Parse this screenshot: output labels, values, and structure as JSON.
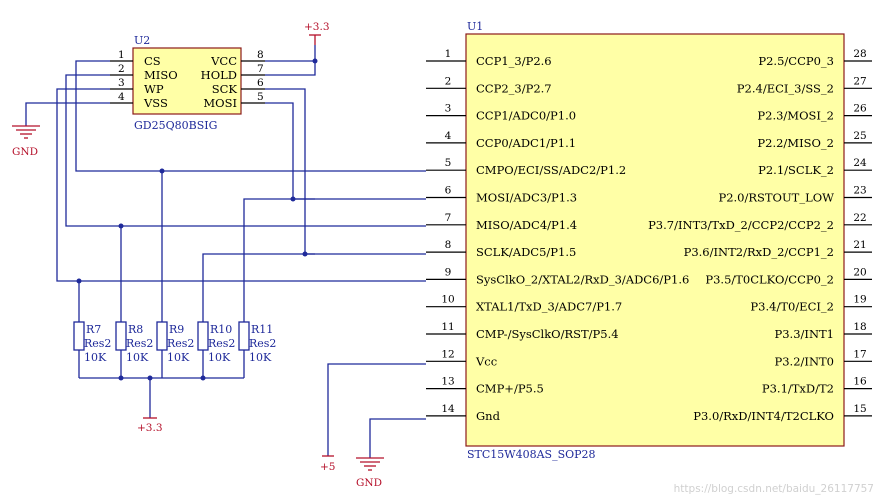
{
  "u1": {
    "ref": "U1",
    "part": "STC15W408AS_SOP28",
    "left_pins": [
      {
        "num": "1",
        "name": "CCP1_3/P2.6"
      },
      {
        "num": "2",
        "name": "CCP2_3/P2.7"
      },
      {
        "num": "3",
        "name": "CCP1/ADC0/P1.0"
      },
      {
        "num": "4",
        "name": "CCP0/ADC1/P1.1"
      },
      {
        "num": "5",
        "name": "CMPO/ECI/SS/ADC2/P1.2"
      },
      {
        "num": "6",
        "name": "MOSI/ADC3/P1.3"
      },
      {
        "num": "7",
        "name": "MISO/ADC4/P1.4"
      },
      {
        "num": "8",
        "name": "SCLK/ADC5/P1.5"
      },
      {
        "num": "9",
        "name": "SysClkO_2/XTAL2/RxD_3/ADC6/P1.6"
      },
      {
        "num": "10",
        "name": "XTAL1/TxD_3/ADC7/P1.7"
      },
      {
        "num": "11",
        "name": "CMP-/SysClkO/RST/P5.4"
      },
      {
        "num": "12",
        "name": "Vcc"
      },
      {
        "num": "13",
        "name": "CMP+/P5.5"
      },
      {
        "num": "14",
        "name": "Gnd"
      }
    ],
    "right_pins": [
      {
        "num": "28",
        "name": "P2.5/CCP0_3"
      },
      {
        "num": "27",
        "name": "P2.4/ECI_3/SS_2"
      },
      {
        "num": "26",
        "name": "P2.3/MOSI_2"
      },
      {
        "num": "25",
        "name": "P2.2/MISO_2"
      },
      {
        "num": "24",
        "name": "P2.1/SCLK_2"
      },
      {
        "num": "23",
        "name": "P2.0/RSTOUT_LOW"
      },
      {
        "num": "22",
        "name": "P3.7/INT3/TxD_2/CCP2/CCP2_2"
      },
      {
        "num": "21",
        "name": "P3.6/INT2/RxD_2/CCP1_2"
      },
      {
        "num": "20",
        "name": "P3.5/T0CLKO/CCP0_2"
      },
      {
        "num": "19",
        "name": "P3.4/T0/ECI_2"
      },
      {
        "num": "18",
        "name": "P3.3/INT1"
      },
      {
        "num": "17",
        "name": "P3.2/INT0"
      },
      {
        "num": "16",
        "name": "P3.1/TxD/T2"
      },
      {
        "num": "15",
        "name": "P3.0/RxD/INT4/T2CLKO"
      }
    ]
  },
  "u2": {
    "ref": "U2",
    "part": "GD25Q80BSIG",
    "left_pins": [
      {
        "num": "1",
        "name": "CS"
      },
      {
        "num": "2",
        "name": "MISO"
      },
      {
        "num": "3",
        "name": "WP"
      },
      {
        "num": "4",
        "name": "VSS"
      }
    ],
    "right_pins": [
      {
        "num": "8",
        "name": "VCC"
      },
      {
        "num": "7",
        "name": "HOLD"
      },
      {
        "num": "6",
        "name": "SCK"
      },
      {
        "num": "5",
        "name": "MOSI"
      }
    ]
  },
  "resistors": [
    {
      "ref": "R7",
      "type": "Res2",
      "value": "10K"
    },
    {
      "ref": "R8",
      "type": "Res2",
      "value": "10K"
    },
    {
      "ref": "R9",
      "type": "Res2",
      "value": "10K"
    },
    {
      "ref": "R10",
      "type": "Res2",
      "value": "10K"
    },
    {
      "ref": "R11",
      "type": "Res2",
      "value": "10K"
    }
  ],
  "power": {
    "u2_vcc": "+3.3",
    "pullup_supply": "+3.3",
    "mcu_vcc": "+5",
    "gnd_left": "GND",
    "gnd_mcu": "GND"
  },
  "watermark": "https://blog.csdn.net/baidu_26117757",
  "colors": {
    "wire": "#1f2a9a",
    "power": "#b5102a",
    "ic_fill": "#ffffa6",
    "ic_border": "#8b1a1a"
  }
}
